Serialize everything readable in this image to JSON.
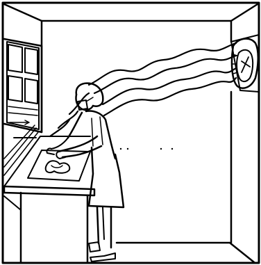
{
  "illustration": {
    "line_color": "#000000",
    "background_color": "#ffffff",
    "elements": [
      "room-interior",
      "window-left-wall",
      "kitchen-counter",
      "sink",
      "person-washing-dishes",
      "fan-in-wall-opening",
      "airflow-wavy-lines"
    ]
  }
}
